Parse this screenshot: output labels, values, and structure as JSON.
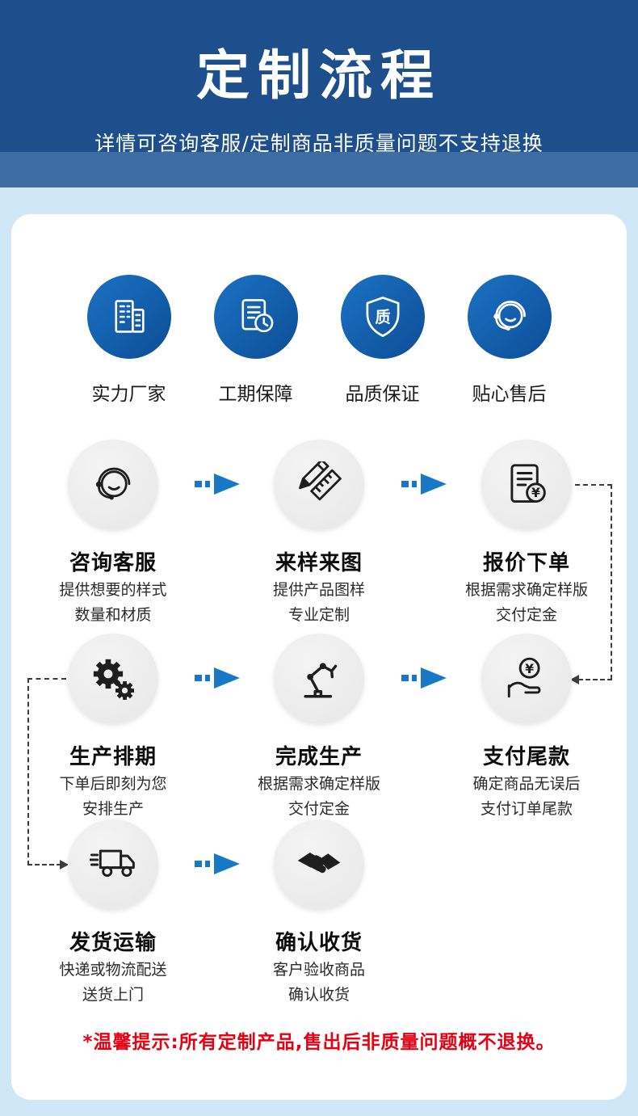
{
  "header": {
    "title": "定制流程",
    "subtitle": "详情可咨询客服/定制商品非质量问题不支持退换"
  },
  "features": [
    {
      "label": "实力厂家",
      "icon": "factory-icon"
    },
    {
      "label": "工期保障",
      "icon": "document-clock-icon"
    },
    {
      "label": "品质保证",
      "icon": "quality-shield-icon"
    },
    {
      "label": "贴心售后",
      "icon": "headset-icon"
    }
  ],
  "steps": [
    {
      "title": "咨询客服",
      "line1": "提供想要的样式",
      "line2": "数量和材质",
      "icon": "headset-icon"
    },
    {
      "title": "来样来图",
      "line1": "提供产品图样",
      "line2": "专业定制",
      "icon": "pencil-ruler-icon"
    },
    {
      "title": "报价下单",
      "line1": "根据需求确定样版",
      "line2": "交付定金",
      "icon": "quote-document-icon"
    },
    {
      "title": "生产排期",
      "line1": "下单后即刻为您",
      "line2": "安排生产",
      "icon": "gears-icon"
    },
    {
      "title": "完成生产",
      "line1": "根据需求确定样版",
      "line2": "交付定金",
      "icon": "robot-arm-icon"
    },
    {
      "title": "支付尾款",
      "line1": "确定商品无误后",
      "line2": "支付订单尾款",
      "icon": "hand-coin-icon"
    },
    {
      "title": "发货运输",
      "line1": "快递或物流配送",
      "line2": "送货上门",
      "icon": "truck-icon"
    },
    {
      "title": "确认收货",
      "line1": "客户验收商品",
      "line2": "确认收货",
      "icon": "handshake-icon"
    }
  ],
  "icons": {
    "shield_char": "质",
    "yen": "¥"
  },
  "note": "*温馨提示:所有定制产品,售出后非质量问题概不退换。",
  "colors": {
    "header_bg": "#1d4f8d",
    "band_bg": "#3e6da4",
    "page_bg": "#cfe7f6",
    "feature_circle_blue": "#1266b4",
    "step_circle_gray": "#ededed",
    "arrow_blue": "#1779c5",
    "connector_gray": "#3d3d3d",
    "note_red": "#e60012"
  }
}
